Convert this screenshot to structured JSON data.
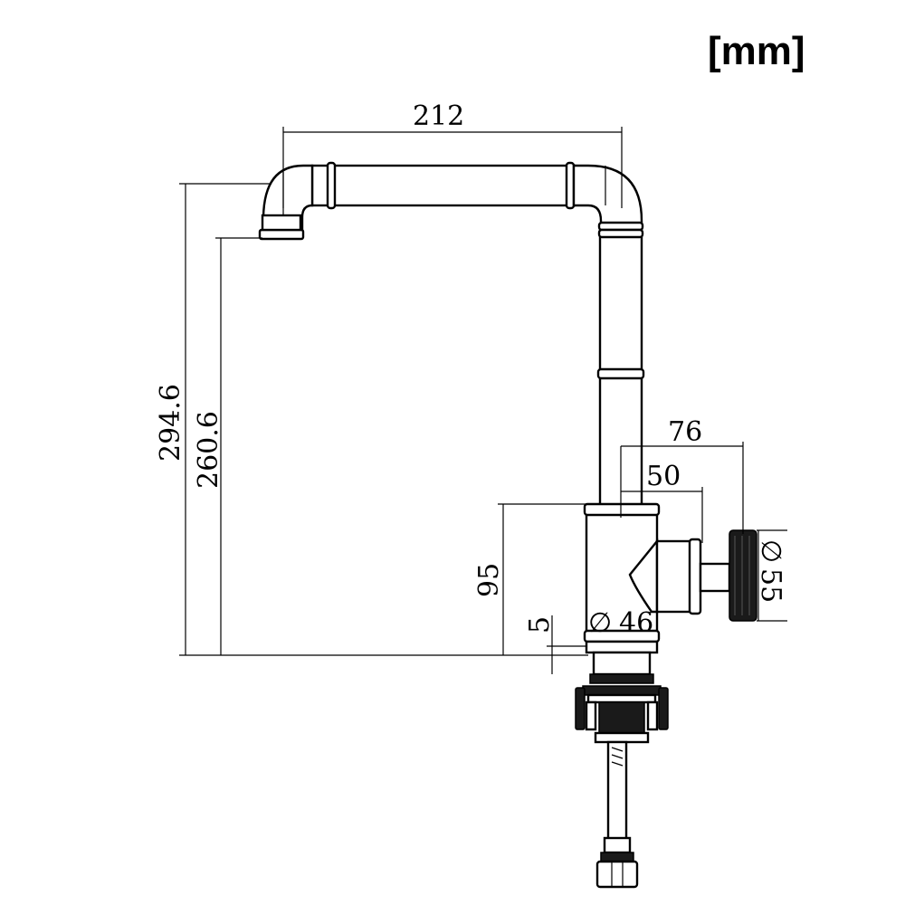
{
  "unit_label": "[mm]",
  "dimensions": {
    "spout_reach": "212",
    "total_height": "294.6",
    "outlet_height": "260.6",
    "body_height": "95",
    "base_thickness": "5",
    "base_diameter": "46",
    "handle_projection": "76",
    "handle_stem": "50",
    "handle_diameter": "55"
  },
  "diameter_symbol": "∅",
  "colors": {
    "line": "#000000",
    "background": "#ffffff"
  }
}
